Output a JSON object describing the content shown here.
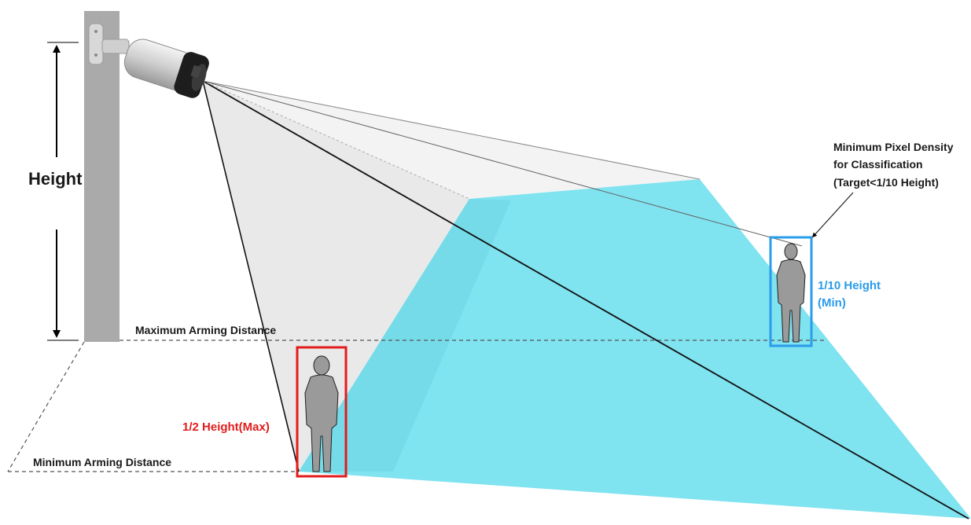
{
  "labels": {
    "height": "Height",
    "max_arming_distance": "Maximum Arming Distance",
    "min_arming_distance": "Minimum Arming Distance",
    "note_line1": "Minimum Pixel Density",
    "note_line2": "for Classification",
    "note_line3": "(Target<1/10 Height)",
    "min_target_line1": "1/10 Height",
    "min_target_line2": "(Min)",
    "max_target": "1/2 Height(Max)"
  },
  "colors": {
    "coverage_fill": "#7fe3f0",
    "frustum_fill": "#e9e9e9",
    "pole_fill": "#aaaaaa",
    "min_target_color": "#2b9cea",
    "max_target_color": "#e21b1b",
    "person_fill": "#9a9a9a"
  },
  "icons": {
    "camera": "bullet-camera-icon",
    "person": "person-silhouette-icon"
  }
}
